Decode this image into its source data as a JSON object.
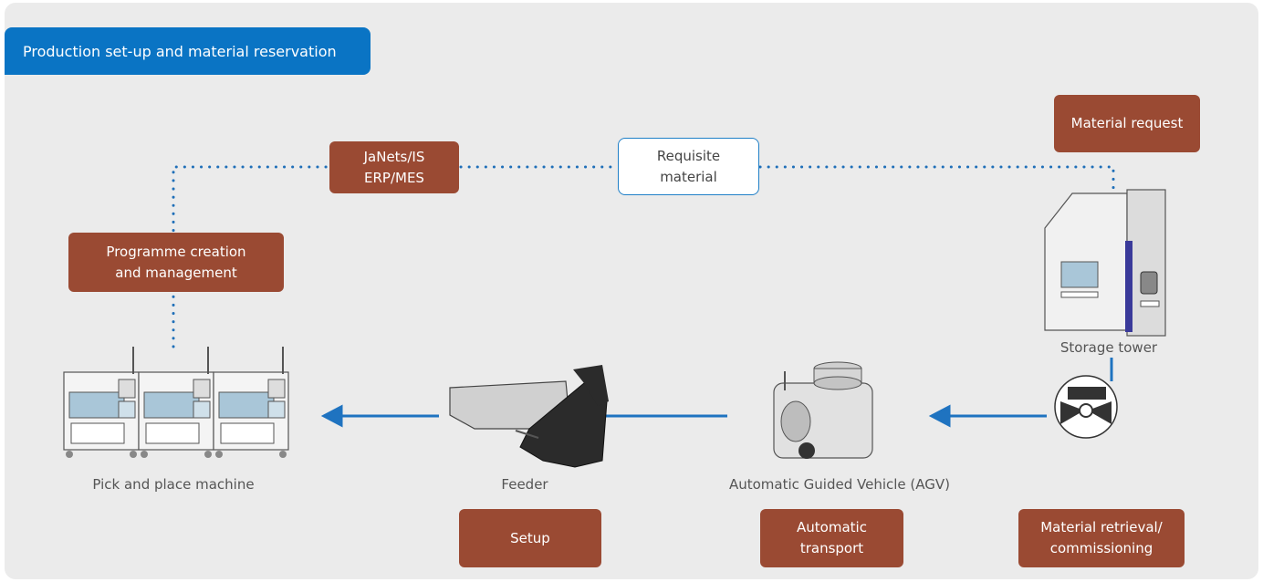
{
  "header": {
    "title": "Production set-up and material reservation"
  },
  "boxes": {
    "erp": "JaNets/IS\nERP/MES",
    "requisite": "Requisite\nmaterial",
    "material_request": "Material request",
    "programme": "Programme creation\nand management",
    "setup": "Setup",
    "automatic_transport": "Automatic\ntransport",
    "material_retrieval": "Material retrieval/\ncommissioning"
  },
  "captions": {
    "pick_place": "Pick and place machine",
    "feeder": "Feeder",
    "agv": "Automatic Guided Vehicle (AGV)",
    "storage": "Storage tower"
  },
  "colors": {
    "accent_blue": "#0a74c4",
    "box_brown": "#9a4a33",
    "panel_bg": "#ebebeb"
  }
}
